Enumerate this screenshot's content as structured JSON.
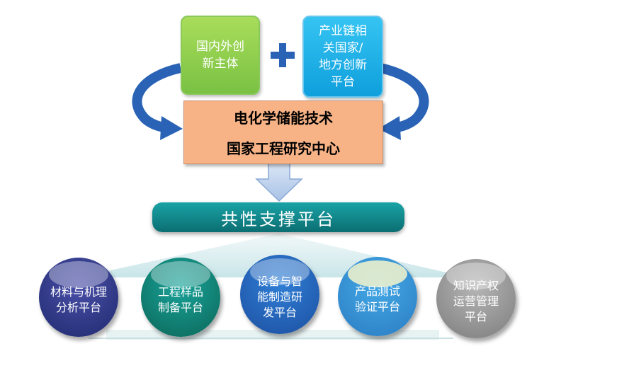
{
  "top": {
    "left_box": "国内外创\n新主体",
    "right_box": "产业链相\n关国家/\n地方创新\n平台"
  },
  "center": {
    "line1": "电化学储能技术",
    "line2": "国家工程研究中心"
  },
  "platform_band": "共性支撑平台",
  "platforms": [
    "材料与机理\n分析平台",
    "工程样品\n制备平台",
    "设备与智\n能制造研\n发平台",
    "产品测试\n验证平台",
    "知识产权\n运营管理\n平台"
  ],
  "colors": {
    "green": "#7ac143",
    "blue": "#0f9fdc",
    "center": "#f7b386",
    "teal": "#0b6e72",
    "arrow": "#2a63b6"
  },
  "icons": [
    "plus-icon",
    "curved-arrow-left-icon",
    "curved-arrow-right-icon",
    "down-arrow-icon"
  ]
}
